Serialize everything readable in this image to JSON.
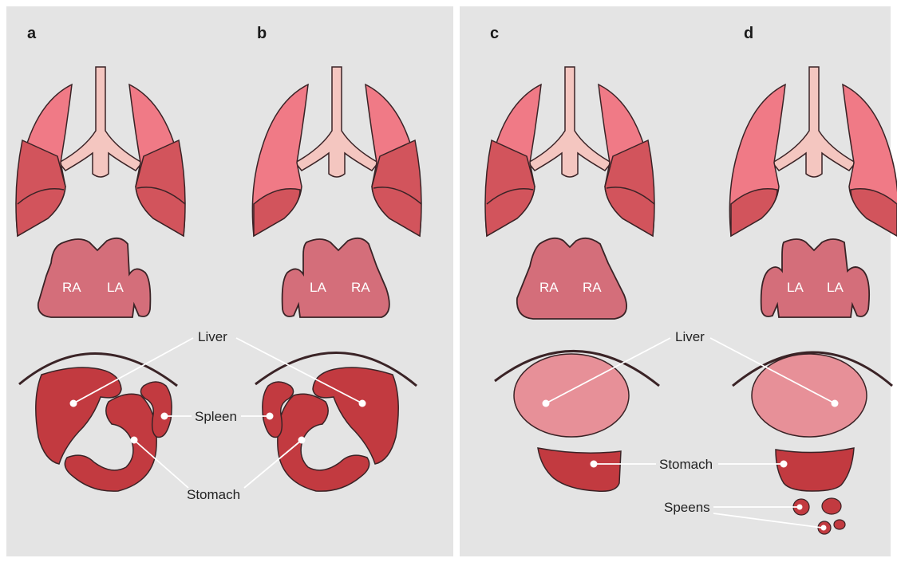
{
  "panels": {
    "a": {
      "letter": "a",
      "atria": [
        "RA",
        "LA"
      ]
    },
    "b": {
      "letter": "b",
      "atria": [
        "LA",
        "RA"
      ]
    },
    "c": {
      "letter": "c",
      "atria": [
        "RA",
        "RA"
      ]
    },
    "d": {
      "letter": "d",
      "atria": [
        "LA",
        "LA"
      ]
    }
  },
  "labels": {
    "liver_left": "Liver",
    "spleen": "Spleen",
    "stomach_left": "Stomach",
    "liver_right": "Liver",
    "stomach_right": "Stomach",
    "spleens": "Speens"
  },
  "colors": {
    "background": "#e4e4e4",
    "lung_light": "#f07a86",
    "lung_dark": "#c94a52",
    "trachea": "#f4c6c0",
    "heart": "#d46e7a",
    "liver": "#c23a40",
    "liver_pale": "#e79098",
    "outline": "#3a2326"
  }
}
